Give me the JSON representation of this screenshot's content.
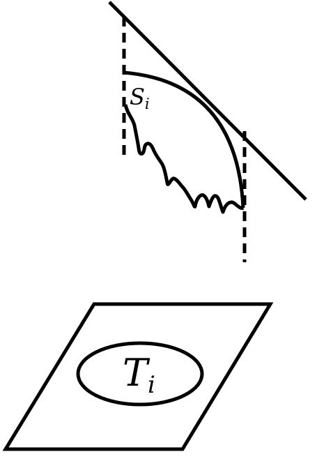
{
  "labels": {
    "region_symbol": "S",
    "region_subscript": "i",
    "plane_symbol": "T",
    "plane_subscript": "i"
  },
  "colors": {
    "stroke": "#000000",
    "background": "#ffffff"
  }
}
